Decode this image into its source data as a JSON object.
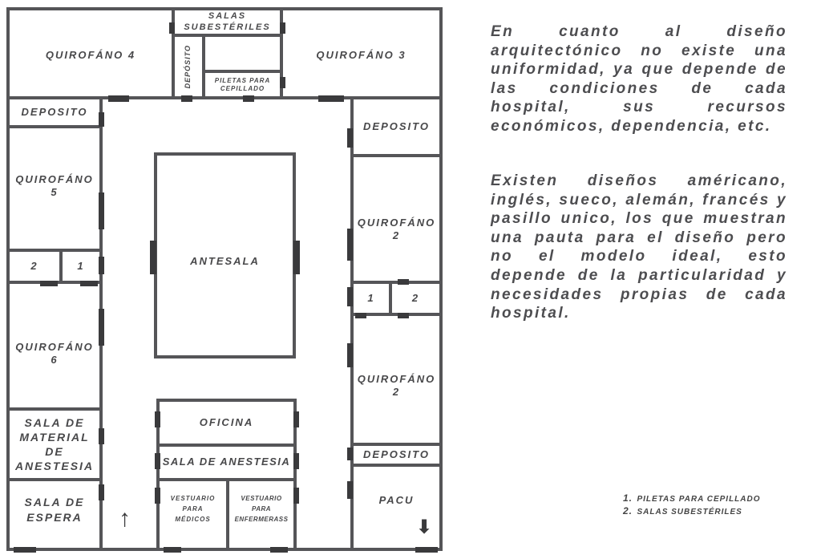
{
  "rooms": {
    "quirofano_4": "QUIROFÁNO 4",
    "salas_subesteriles": [
      "SALAS",
      "SUBESTÉRILES"
    ],
    "deposito_vertical": "DEPÓSITO",
    "piletas_para_cepillado": [
      "PILETAS PARA",
      "CEPILLADO"
    ],
    "quirofano_3": "QUIROFÁNO 3",
    "deposito_left_top": "DEPOSITO",
    "quirofano_5": [
      "QUIROFÁNO",
      "5"
    ],
    "left_small_2": "2",
    "left_small_1": "1",
    "quirofano_6": [
      "QUIROFÁNO",
      "6"
    ],
    "sala_material_anestesia": [
      "SALA DE",
      "MATERIAL",
      "DE",
      "ANESTESIA"
    ],
    "sala_espera": [
      "SALA DE",
      "ESPERA"
    ],
    "antesala": "ANTESALA",
    "oficina": "OFICINA",
    "sala_anestesia": "SALA DE ANESTESIA",
    "vestuario_medicos": [
      "VESTUARIO",
      "PARA",
      "MÉDICOS"
    ],
    "vestuario_enfermeras": [
      "VESTUARIO",
      "PARA",
      "ENFERMERASS"
    ],
    "deposito_right_top": "DEPOSITO",
    "quirofano_2_upper": [
      "QUIROFÁNO",
      "2"
    ],
    "right_small_1": "1",
    "right_small_2": "2",
    "quirofano_2_lower": [
      "QUIROFÁNO",
      "2"
    ],
    "deposito_right_bottom": "DEPOSITO",
    "pacu": "PACU"
  },
  "arrows": {
    "up": "↑",
    "down": "⬇"
  },
  "text": {
    "paragraph_1": "En cuanto al diseño arquitectónico no existe una uniformidad, ya que depende de las condiciones de cada hospital, sus recursos económicos, dependencia, etc.",
    "paragraph_2": "Existen diseños américano, inglés, sueco, alemán, francés y pasillo unico, los que muestran una pauta para el diseño pero no el modelo ideal, esto depende de la particularidad y necesidades propias de cada hospital."
  },
  "legend": [
    {
      "num": "1.",
      "text": "PILETAS PARA CEPILLADO"
    },
    {
      "num": "2.",
      "text": "SALAS SUBESTÉRILES"
    }
  ],
  "colors": {
    "wall": "#555558",
    "door": "#3a3a3c",
    "text": "#4a4a4c"
  }
}
